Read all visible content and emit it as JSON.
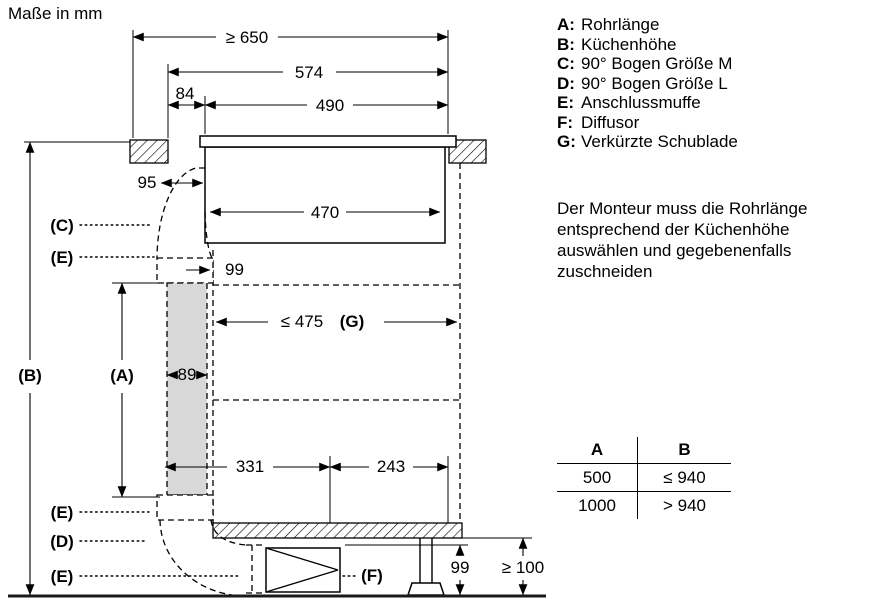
{
  "title": "Maße in mm",
  "legend": {
    "items": [
      {
        "key": "A:",
        "label": "Rohrlänge"
      },
      {
        "key": "B:",
        "label": "Küchenhöhe"
      },
      {
        "key": "C:",
        "label": "90° Bogen Größe M"
      },
      {
        "key": "D:",
        "label": "90° Bogen Größe L"
      },
      {
        "key": "E:",
        "label": "Anschlussmuffe"
      },
      {
        "key": "F:",
        "label": "Diffusor"
      },
      {
        "key": "G:",
        "label": "Verkürzte Schublade"
      }
    ]
  },
  "note": "Der Monteur muss die Rohrlänge entsprechend der Küchenhöhe auswählen und gegebenenfalls zuschneiden",
  "table": {
    "headers": [
      "A",
      "B"
    ],
    "rows": [
      [
        "500",
        "≤ 940"
      ],
      [
        "1000",
        "> 940"
      ]
    ]
  },
  "dims": {
    "d650": "≥ 650",
    "d574": "574",
    "d84": "84",
    "d490": "490",
    "d95": "95",
    "d470": "470",
    "d99_offset": "99",
    "d475": "≤ 475",
    "d89": "89",
    "d331": "331",
    "d243": "243",
    "d99_duct": "99",
    "d100": "≥ 100"
  },
  "callouts": {
    "A": "(A)",
    "B": "(B)",
    "C": "(C)",
    "D": "(D)",
    "E": "(E)",
    "F": "(F)",
    "G": "(G)"
  }
}
